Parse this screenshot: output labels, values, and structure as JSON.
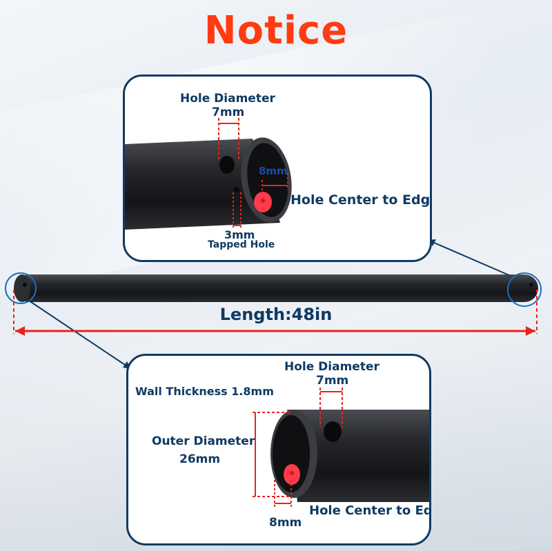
{
  "title": "Notice",
  "length_label": "Length:48in",
  "top_panel": {
    "hole_diameter_title": "Hole Diameter",
    "hole_diameter_value": "7mm",
    "edge_value": "8mm",
    "edge_label": "Hole Center to Edge",
    "tapped_value": "3mm",
    "tapped_label": "Tapped Hole"
  },
  "bottom_panel": {
    "hole_diameter_title": "Hole Diameter",
    "hole_diameter_value": "7mm",
    "wall_thickness": "Wall Thickness 1.8mm",
    "outer_diameter_title": "Outer Diameter",
    "outer_diameter_value": "26mm",
    "edge_value": "8mm",
    "edge_label": "Hole Center to Edge"
  },
  "colors": {
    "title": "#ff3b12",
    "label": "#0f3a63",
    "dimension": "#e8231f",
    "plug": "#ff3a4a",
    "tube": "#1b1c1f"
  }
}
